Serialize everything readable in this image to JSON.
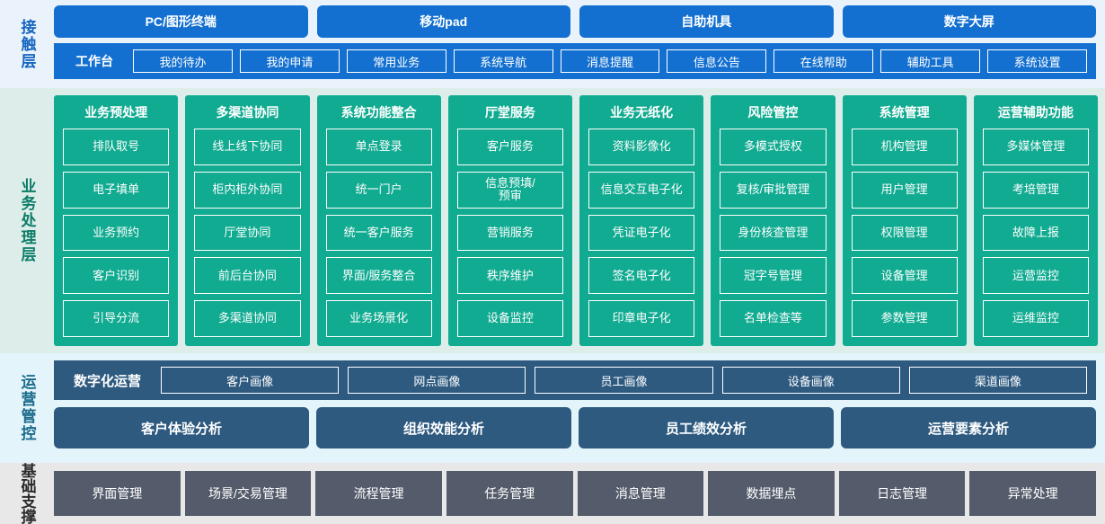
{
  "layers": {
    "contact": {
      "label": "接触层",
      "terminals": [
        "PC/图形终端",
        "移动pad",
        "自助机具",
        "数字大屏"
      ],
      "workbench_label": "工作台",
      "menu_items": [
        "我的待办",
        "我的申请",
        "常用业务",
        "系统导航",
        "消息提醒",
        "信息公告",
        "在线帮助",
        "辅助工具",
        "系统设置"
      ]
    },
    "business": {
      "label": "业务处理层",
      "columns": [
        {
          "title": "业务预处理",
          "items": [
            "排队取号",
            "电子填单",
            "业务预约",
            "客户识别",
            "引导分流"
          ]
        },
        {
          "title": "多渠道协同",
          "items": [
            "线上线下协同",
            "柜内柜外协同",
            "厅堂协同",
            "前后台协同",
            "多渠道协同"
          ]
        },
        {
          "title": "系统功能整合",
          "items": [
            "单点登录",
            "统一门户",
            "统一客户服务",
            "界面/服务整合",
            "业务场景化"
          ]
        },
        {
          "title": "厅堂服务",
          "items": [
            "客户服务",
            "信息预填/\n预审",
            "营销服务",
            "秩序维护",
            "设备监控"
          ]
        },
        {
          "title": "业务无纸化",
          "items": [
            "资料影像化",
            "信息交互电子化",
            "凭证电子化",
            "签名电子化",
            "印章电子化"
          ]
        },
        {
          "title": "风险管控",
          "items": [
            "多模式授权",
            "复核/审批管理",
            "身份核查管理",
            "冠字号管理",
            "名单检查等"
          ]
        },
        {
          "title": "系统管理",
          "items": [
            "机构管理",
            "用户管理",
            "权限管理",
            "设备管理",
            "参数管理"
          ]
        },
        {
          "title": "运营辅助功能",
          "items": [
            "多媒体管理",
            "考培管理",
            "故障上报",
            "运营监控",
            "运维监控"
          ]
        }
      ]
    },
    "ops": {
      "label": "运营管控",
      "digital_ops_title": "数字化运营",
      "portraits": [
        "客户画像",
        "网点画像",
        "员工画像",
        "设备画像",
        "渠道画像"
      ],
      "analyses": [
        "客户体验分析",
        "组织效能分析",
        "员工绩效分析",
        "运营要素分析"
      ]
    },
    "base": {
      "label": "基础支撑",
      "items": [
        "界面管理",
        "场景/交易管理",
        "流程管理",
        "任务管理",
        "消息管理",
        "数据埋点",
        "日志管理",
        "异常处理"
      ]
    }
  },
  "colors": {
    "contact_bg": "#eaf3fb",
    "contact_accent": "#1470d0",
    "business_bg": "#ddeeea",
    "business_accent": "#11ab91",
    "ops_bg": "#e4f4fb",
    "ops_accent": "#2e5a80",
    "base_bg": "#e8e8e8",
    "base_accent": "#545c6b"
  }
}
